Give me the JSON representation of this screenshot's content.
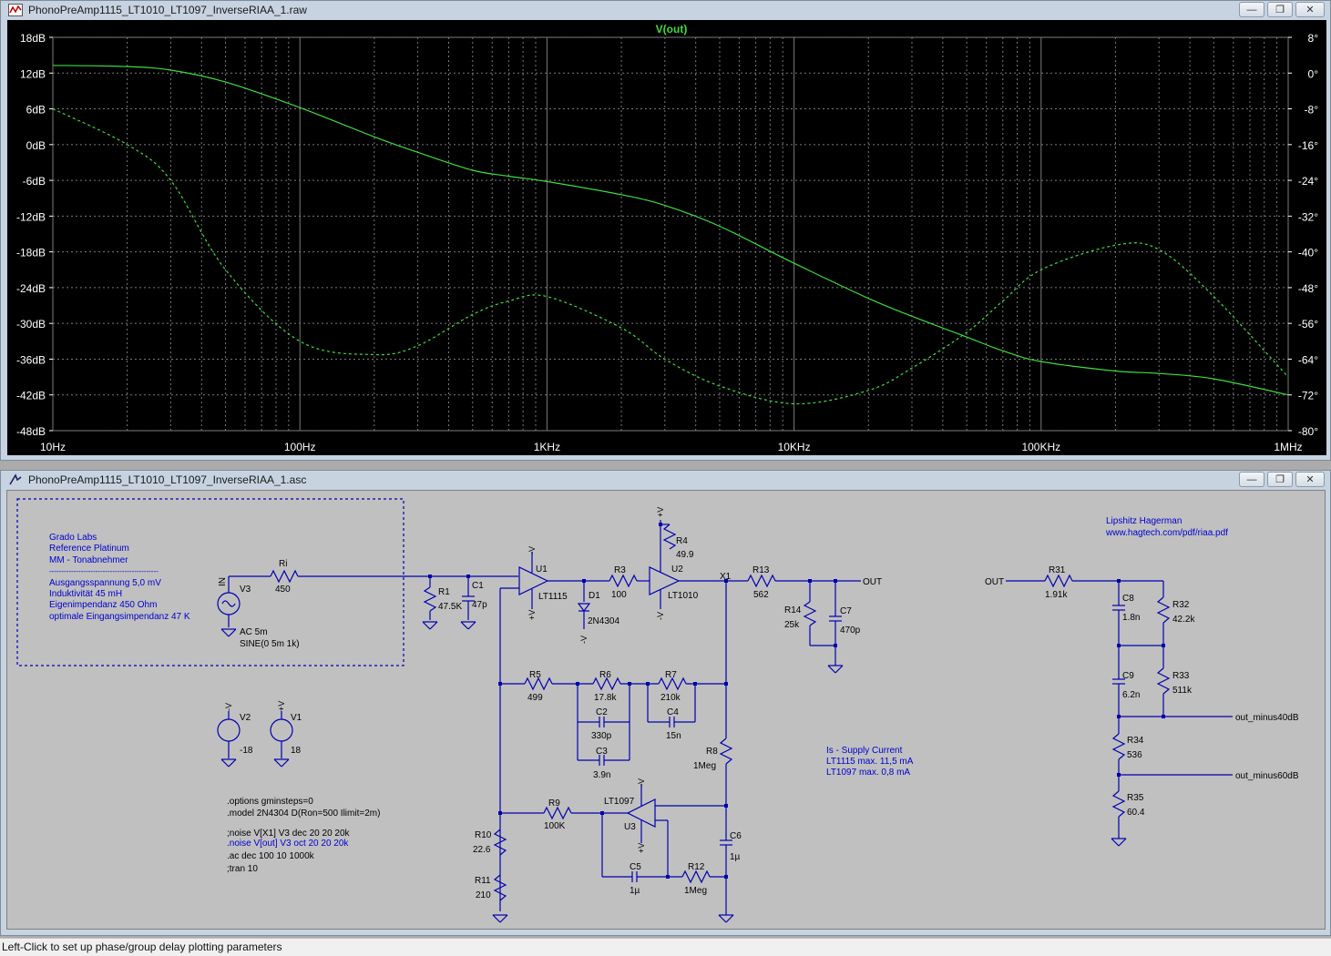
{
  "plot_window": {
    "title": "PhonoPreAmp1115_LT1010_LT1097_InverseRIAA_1.raw",
    "icon": "waveform-icon",
    "buttons": [
      "minimize",
      "restore",
      "close"
    ]
  },
  "schematic_window": {
    "title": "PhonoPreAmp1115_LT1010_LT1097_InverseRIAA_1.asc",
    "icon": "schematic-icon",
    "buttons": [
      "minimize",
      "restore",
      "close"
    ]
  },
  "status_bar": {
    "text": "Left-Click to set up phase/group delay plotting parameters"
  },
  "colors": {
    "plot_bg": "#000000",
    "trace": "#3fdc3f",
    "grid": "#7a7a7a",
    "schematic_bg": "#c0c0c0",
    "wire": "#0000b0",
    "text_blue": "#0000d0"
  },
  "chart_data": {
    "type": "line",
    "title": "V(out)",
    "x_scale": "log",
    "xlim": [
      10,
      1000000
    ],
    "x_ticks": [
      "10Hz",
      "100Hz",
      "1KHz",
      "10KHz",
      "100KHz",
      "1MHz"
    ],
    "ylim": [
      -48,
      18
    ],
    "y_ticks": [
      "18dB",
      "12dB",
      "6dB",
      "0dB",
      "-6dB",
      "-12dB",
      "-18dB",
      "-24dB",
      "-30dB",
      "-36dB",
      "-42dB",
      "-48dB"
    ],
    "y2lim": [
      -80,
      8
    ],
    "y2_ticks": [
      "8°",
      "0°",
      "-8°",
      "-16°",
      "-24°",
      "-32°",
      "-40°",
      "-48°",
      "-56°",
      "-64°",
      "-72°",
      "-80°"
    ],
    "grid": true,
    "series": [
      {
        "name": "magnitude",
        "style": "solid",
        "axis": "left",
        "x": [
          10,
          20,
          30,
          50,
          100,
          200,
          300,
          500,
          700,
          1000,
          2000,
          3000,
          5000,
          10000,
          20000,
          30000,
          50000,
          70000,
          100000,
          200000,
          300000,
          500000,
          1000000
        ],
        "y": [
          13.3,
          13.1,
          12.5,
          10.5,
          6.2,
          1.3,
          -1.3,
          -4.3,
          -5.3,
          -6.2,
          -8.4,
          -10.2,
          -13.7,
          -19.9,
          -25.8,
          -28.8,
          -32.3,
          -34.6,
          -36.4,
          -38.0,
          -38.4,
          -39.3,
          -42.0
        ]
      },
      {
        "name": "phase",
        "style": "dashed",
        "axis": "right",
        "x": [
          10,
          20,
          30,
          50,
          100,
          200,
          300,
          500,
          700,
          1000,
          2000,
          3000,
          5000,
          10000,
          20000,
          30000,
          50000,
          70000,
          100000,
          200000,
          300000,
          500000,
          1000000
        ],
        "y": [
          -8,
          -16,
          -24,
          -44,
          -60,
          -63,
          -61,
          -54,
          -51,
          -50,
          -57,
          -64,
          -70,
          -74,
          -71,
          -66,
          -58,
          -51,
          -44,
          -38.5,
          -39.5,
          -50,
          -68
        ]
      }
    ]
  },
  "schematic": {
    "note_box": {
      "title_lines": [
        "Grado Labs",
        "Reference Platinum",
        "MM - Tonabnehmer"
      ],
      "separator": "---------------------------------------------",
      "spec_lines": [
        "Ausgangsspannung 5,0 mV",
        "Induktivität 45 mH",
        "Eigenimpendanz 450 Ohm",
        "optimale Eingangsimpendanz 47 K"
      ]
    },
    "source_in": {
      "label": "IN",
      "ref": "V3",
      "value1": "AC 5m",
      "value2": "SINE(0 5m 1k)"
    },
    "components": {
      "Ri": {
        "ref": "Ri",
        "value": "450"
      },
      "R1": {
        "ref": "R1",
        "value": "47.5K"
      },
      "C1": {
        "ref": "C1",
        "value": "47p"
      },
      "U1": {
        "ref": "U1",
        "part": "LT1115"
      },
      "D1": {
        "ref": "D1",
        "part": "2N4304"
      },
      "R3": {
        "ref": "R3",
        "value": "100"
      },
      "U2": {
        "ref": "U2",
        "part": "LT1010"
      },
      "R4": {
        "ref": "R4",
        "value": "49.9"
      },
      "X1": {
        "ref": "X1"
      },
      "R13": {
        "ref": "R13",
        "value": "562"
      },
      "R14": {
        "ref": "R14",
        "value": "25k"
      },
      "C7": {
        "ref": "C7",
        "value": "470p"
      },
      "OUT": {
        "label": "OUT"
      },
      "R5": {
        "ref": "R5",
        "value": "499"
      },
      "R6": {
        "ref": "R6",
        "value": "17.8k"
      },
      "R7": {
        "ref": "R7",
        "value": "210k"
      },
      "C2": {
        "ref": "C2",
        "value": "330p"
      },
      "C3": {
        "ref": "C3",
        "value": "3.9n"
      },
      "C4": {
        "ref": "C4",
        "value": "15n"
      },
      "R8": {
        "ref": "R8",
        "value": "1Meg"
      },
      "R9": {
        "ref": "R9",
        "value": "100K"
      },
      "U3": {
        "ref": "U3",
        "part": "LT1097"
      },
      "C5": {
        "ref": "C5",
        "value": "1µ"
      },
      "R12": {
        "ref": "R12",
        "value": "1Meg"
      },
      "C6": {
        "ref": "C6",
        "value": "1µ"
      },
      "R10": {
        "ref": "R10",
        "value": "22.6"
      },
      "R11": {
        "ref": "R11",
        "value": "210"
      },
      "V2": {
        "ref": "V2",
        "value": "-18"
      },
      "V1": {
        "ref": "V1",
        "value": "18"
      }
    },
    "supply_labels": {
      "neg": "-V",
      "pos": "+V"
    },
    "directives": [
      ".options gminsteps=0",
      ".model 2N4304 D(Ron=500 Ilimit=2m)",
      ";noise V[X1] V3 dec 20 20 20k",
      ".noise V[out] V3 oct 20 20 20k",
      ".ac dec 100 10 1000k",
      ";tran 10"
    ],
    "supply_note": [
      "Is - Supply Current",
      "LT1115 max. 11,5 mA",
      "LT1097 max.   0,8 mA"
    ],
    "riaa_note": [
      "Lipshitz Hagerman",
      "www.hagtech.com/pdf/riaa.pdf"
    ],
    "riaa": {
      "in_label": "OUT",
      "R31": {
        "ref": "R31",
        "value": "1.91k"
      },
      "C8": {
        "ref": "C8",
        "value": "1.8n"
      },
      "C9": {
        "ref": "C9",
        "value": "6.2n"
      },
      "R32": {
        "ref": "R32",
        "value": "42.2k"
      },
      "R33": {
        "ref": "R33",
        "value": "511k"
      },
      "R34": {
        "ref": "R34",
        "value": "536"
      },
      "R35": {
        "ref": "R35",
        "value": "60.4"
      },
      "out1": "out_minus40dB",
      "out2": "out_minus60dB"
    }
  }
}
